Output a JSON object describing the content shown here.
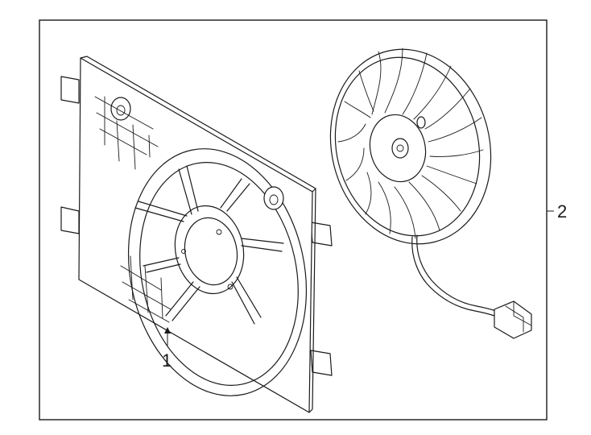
{
  "diagram": {
    "colors": {
      "background": "#ffffff",
      "line": "#1a1a1a"
    },
    "callouts": [
      {
        "id": "part-1",
        "label": "1"
      },
      {
        "id": "part-2",
        "label": "2"
      }
    ]
  }
}
